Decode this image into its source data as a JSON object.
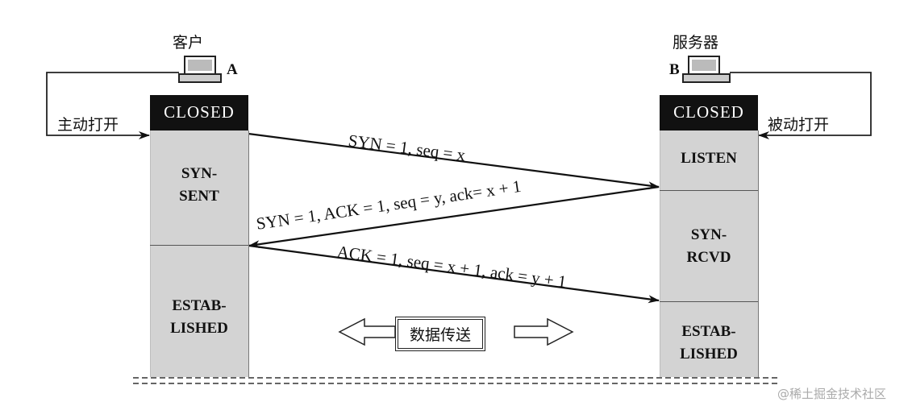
{
  "client": {
    "label": "客户",
    "host_letter": "A",
    "action": "主动打开"
  },
  "server": {
    "label": "服务器",
    "host_letter": "B",
    "action": "被动打开"
  },
  "client_states": [
    "CLOSED",
    "SYN-\nSENT",
    "ESTAB-\nLISHED"
  ],
  "server_states": [
    "CLOSED",
    "LISTEN",
    "SYN-\nRCVD",
    "ESTAB-\nLISHED"
  ],
  "messages": [
    {
      "text": "SYN = 1, seq = x",
      "direction": "client-to-server"
    },
    {
      "text": "SYN = 1, ACK = 1, seq = y, ack= x + 1",
      "direction": "server-to-client"
    },
    {
      "text": "ACK = 1, seq = x + 1, ack = y + 1",
      "direction": "client-to-server"
    }
  ],
  "data_transfer": "数据传送",
  "watermark": "@稀土掘金技术社区"
}
